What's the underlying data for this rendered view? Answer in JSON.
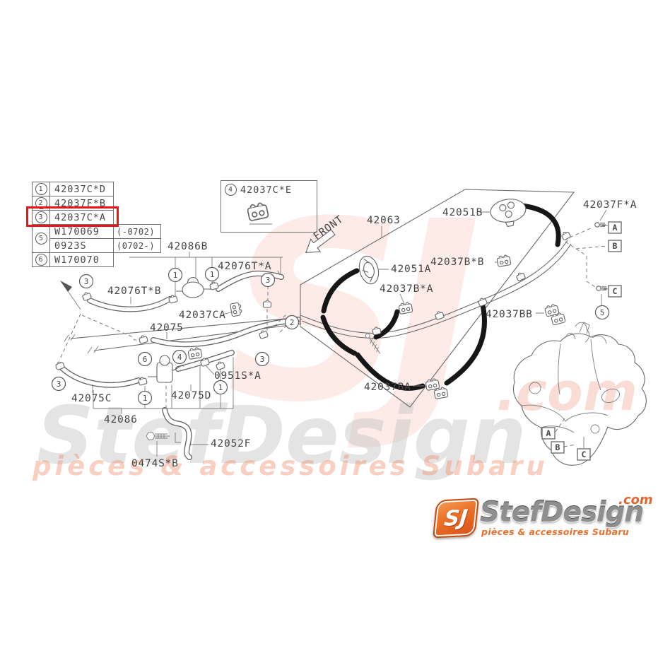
{
  "legend_table": {
    "rows": [
      {
        "num": "1",
        "part": "42037C*D",
        "range": ""
      },
      {
        "num": "2",
        "part": "42037F*B",
        "range": ""
      },
      {
        "num": "3",
        "part": "42037C*A",
        "range": ""
      },
      {
        "num": "5",
        "part": "W170069",
        "range": "(-0702)"
      },
      {
        "num": "",
        "part": "0923S",
        "range": "(0702-)"
      },
      {
        "num": "6",
        "part": "W170070",
        "range": ""
      }
    ],
    "highlighted_part": "42037C*A"
  },
  "inset_box": {
    "num": "4",
    "part": "42037C*E"
  },
  "front_label": "FRONT",
  "part_labels": {
    "p42086B": "42086B",
    "p42076TA": "42076T*A",
    "p42076TB": "42076T*B",
    "p42037CA": "42037CA",
    "p42075": "42075",
    "p0951SA": "0951S*A",
    "p42075C": "42075C",
    "p42075D": "42075D",
    "p42086": "42086",
    "p42052F": "42052F",
    "p0474SB": "0474S*B",
    "p42063": "42063",
    "p42051B": "42051B",
    "p42051A": "42051A",
    "p42037BB_star": "42037B*B",
    "p42037BA_star": "42037B*A",
    "p42037BB": "42037BB",
    "p42037BA": "42037BA",
    "p42037FA": "42037F*A"
  },
  "callouts": {
    "n1": "1",
    "n2": "2",
    "n3": "3",
    "n4": "4",
    "n5": "5",
    "n6": "6"
  },
  "ref_boxes": {
    "A": "A",
    "B": "B",
    "C": "C"
  },
  "watermark": {
    "monogram": "SJ",
    "main": "StefDesign",
    "tld": ".com",
    "tagline": "pièces & accessoires Subaru"
  },
  "logo": {
    "monogram": "SJ",
    "name": "StefDesign",
    "tld": ".com",
    "tagline": "pièces & accessoires Subaru"
  },
  "colors": {
    "highlight_red": "#ed1515",
    "logo_orange": "#e8632c",
    "diagram_ink": "#474747"
  }
}
